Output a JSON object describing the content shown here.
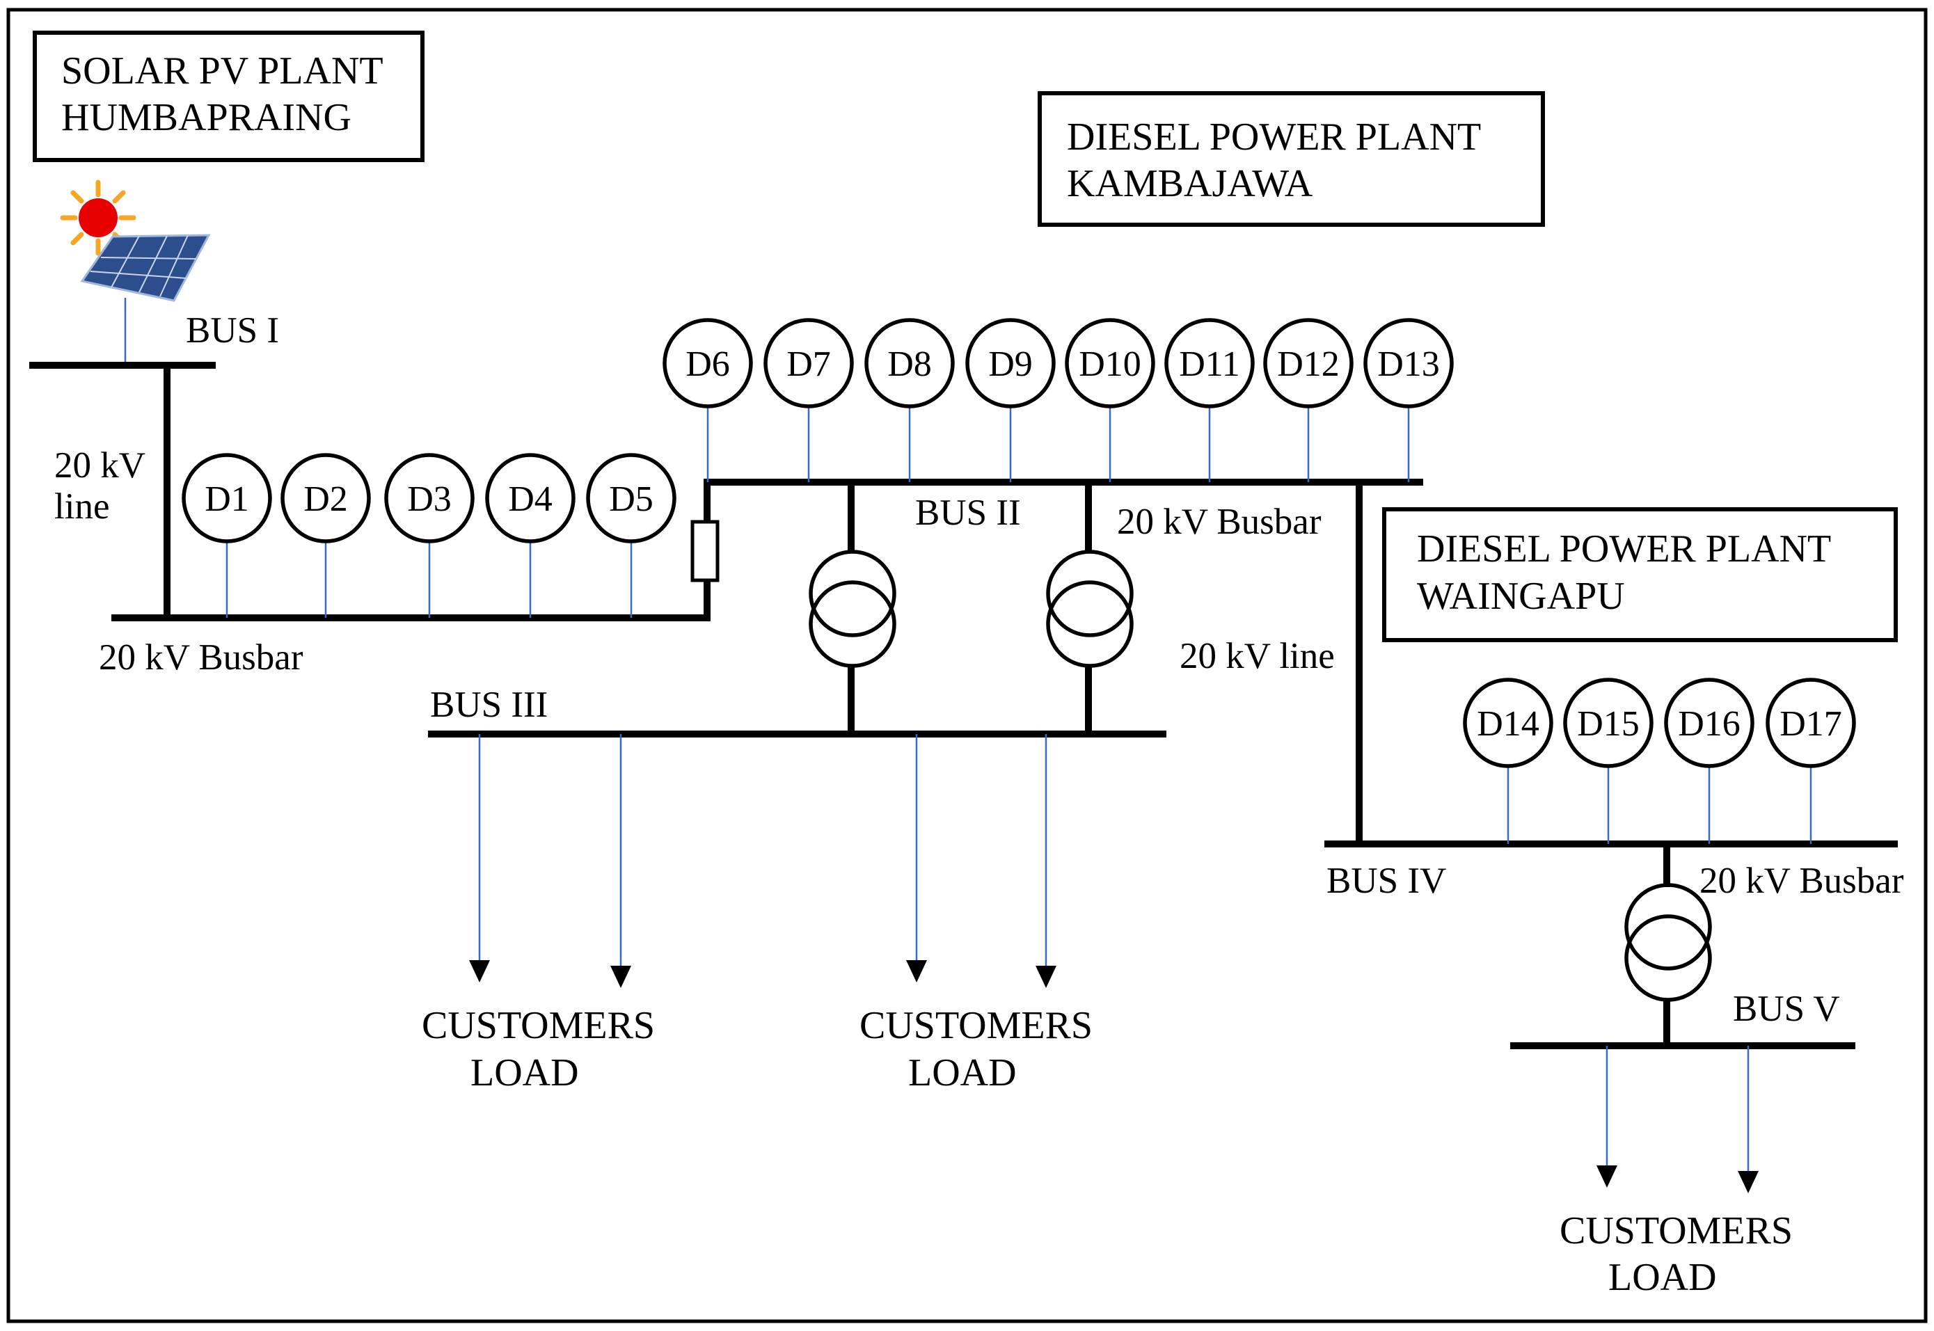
{
  "plants": {
    "solar_pv": {
      "line1": "SOLAR PV PLANT",
      "line2": "HUMBAPRAING"
    },
    "diesel_kambajawa": {
      "line1": "DIESEL POWER PLANT",
      "line2": "KAMBAJAWA"
    },
    "diesel_waingapu": {
      "line1": "DIESEL POWER PLANT",
      "line2": "WAINGAPU"
    }
  },
  "buses": {
    "bus1": "BUS I",
    "bus2": "BUS II",
    "bus3": "BUS III",
    "bus4": "BUS IV",
    "bus5": "BUS V"
  },
  "line_labels": {
    "left_line_a": "20 kV",
    "left_line_b": "line",
    "left_busbar": "20 kV Busbar",
    "bus2_busbar": "20 kV Busbar",
    "right_line": "20 kV line",
    "bus4_busbar": "20 kV Busbar"
  },
  "generators": [
    "D1",
    "D2",
    "D3",
    "D4",
    "D5",
    "D6",
    "D7",
    "D8",
    "D9",
    "D10",
    "D11",
    "D12",
    "D13",
    "D14",
    "D15",
    "D16",
    "D17"
  ],
  "loads": {
    "load_line1": "CUSTOMERS",
    "load_line2": "LOAD"
  },
  "icons": [
    "sun-icon",
    "solar-panel-icon",
    "transformer-icon",
    "breaker-icon",
    "arrow-down-icon"
  ],
  "colors": {
    "feeder_line": "#3a6ac4",
    "bus": "#000000",
    "sun": "#e60000",
    "sun_rays": "#f5a623",
    "panel": "#2d4e8c"
  }
}
